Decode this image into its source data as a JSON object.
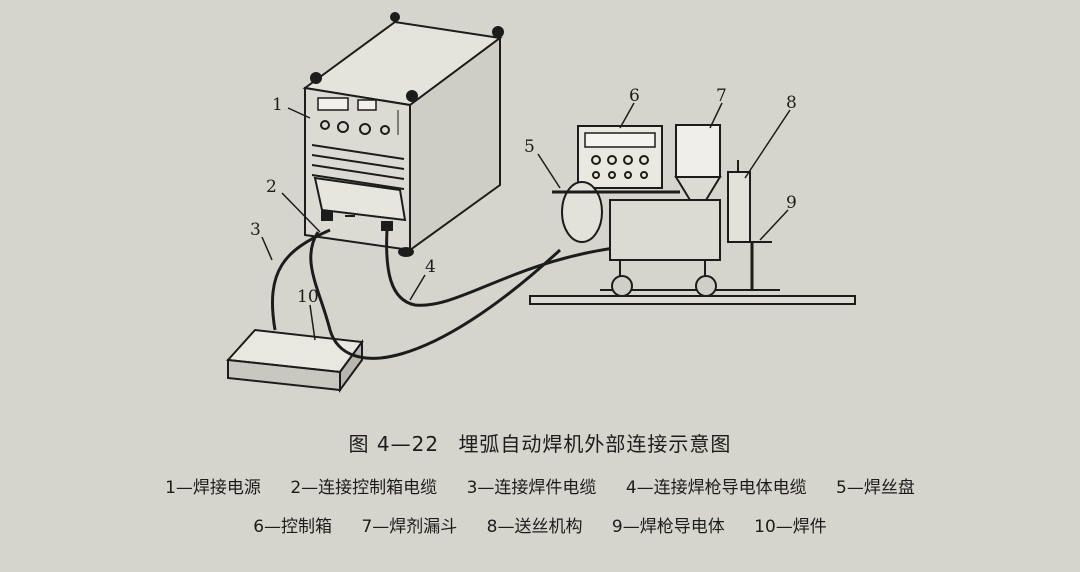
{
  "figure": {
    "labels": [
      "1",
      "2",
      "3",
      "4",
      "5",
      "6",
      "7",
      "8",
      "9",
      "10"
    ]
  },
  "caption": {
    "number": "图 4—22",
    "title": "埋弧自动焊机外部连接示意图"
  },
  "legend": {
    "row1": [
      "1—焊接电源",
      "2—连接控制箱电缆",
      "3—连接焊件电缆",
      "4—连接焊枪导电体电缆",
      "5—焊丝盘"
    ],
    "row2": [
      "6—控制箱",
      "7—焊剂漏斗",
      "8—送丝机构",
      "9—焊枪导电体",
      "10—焊件"
    ]
  }
}
